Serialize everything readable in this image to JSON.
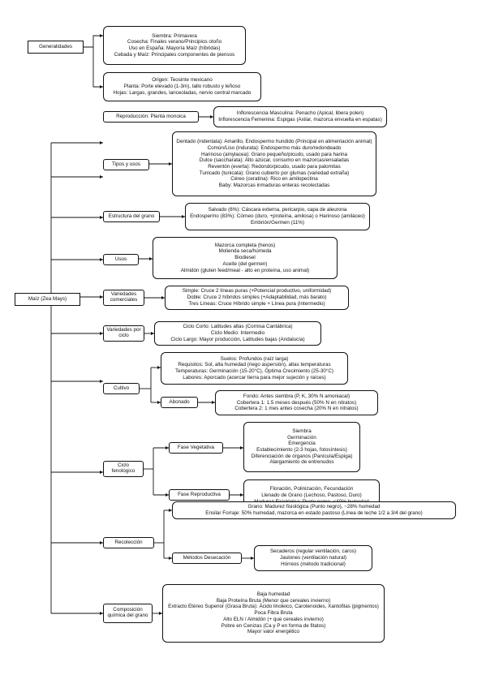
{
  "root": "Maíz (Zea Mays)",
  "generalidades": {
    "label": "Generalidades",
    "info1": [
      "Siembra: Primavera",
      "Cosecha: Finales verano/Principios otoño",
      "Uso en España: Mayoría Maíz (híbridas)",
      "Cebada y Maíz: Principales componentes de piensos"
    ],
    "info2": [
      "Origen: Teosinte mexicano",
      "Planta: Porte elevado (1-3m), tallo robusto y leñoso",
      "Hojas: Largas, grandes, lanceoladas, nervio central marcado"
    ]
  },
  "reproduccion": {
    "label": "Reproducción: Planta monoica",
    "info": [
      "Inflorescencia Masculina: Penacho (Apical, libera polen)",
      "Inflorescencia Femenina: Espigas (Axilar, mazorca envuelta en espatas)"
    ]
  },
  "tipos": {
    "label": "Tipos y usos",
    "info": [
      "Dentado (indentata): Amarillo, Endospermo hundido (Principal en alimentación animal)",
      "Común/Liso (indurata): Endospermo más duro/redondeado",
      "Harinoso (amylacea): Grano pequeño/picudo, usado para harina",
      "Dulce (saccharata): Alto azúcar, consumo en mazorcas/ensaladas",
      "Reventón (everta): Redondo/picudo, usado para palomitas",
      "Tunicado (tunicata): Grano cubierto por glumas (variedad extraña)",
      "Céreo (ceratina): Rico en amilopectina",
      "Baby: Mazorcas inmaduras enteras recolectadas"
    ]
  },
  "estructura": {
    "label": "Estructura del grano",
    "info": [
      "Salvado (6%): Cáscara externa, pericarpio, capa de aleurona",
      "Endospermo (83%): Córneo (duro, +proteína, amilosa) o Harinoso (amiláceo)",
      "Embrión/Germen (11%)"
    ]
  },
  "usos": {
    "label": "Usos",
    "info": [
      "Mazorca completa (henos)",
      "Molienda seca/húmeda",
      "Biodiesel",
      "Aceite (del germen)",
      "Almidón (gluten feed/meal - alto en proteína, uso animal)"
    ]
  },
  "variedades": {
    "label": "Variedades comerciales",
    "info": [
      "Simple: Cruce 2 líneas puras (+Potencial productivo, uniformidad)",
      "Doble: Cruce 2 híbridos simples (+Adaptabilidad, más barato)",
      "Tres Líneas: Cruce Híbrido simple + Línea pura (Intermedio)"
    ]
  },
  "ciclo_var": {
    "label": "Variedades por ciclo",
    "info": [
      "Ciclo Corto: Latitudes altas (Cornisa Cantábrica)",
      "Ciclo Medio: Intermedio",
      "Ciclo Largo: Mayor producción, Latitudes bajas (Andalucía)"
    ]
  },
  "cultivo": {
    "label": "Cultivo",
    "info": [
      "Suelos: Profundos (raíz larga)",
      "Requisitos: Sol, alta humedad (riego aspersión), altas temperaturas",
      "Temperaturas: Germinación (15-20°C), Óptima Crecimiento (25-30°C)",
      "Labores: Aporcado (acercar tierra para mejor sujeción y raíces)"
    ],
    "abonado": {
      "label": "Abonado",
      "info": [
        "Fondo: Antes siembra (P, K, 30% N amoniacal)",
        "Cobertera 1: 1.5 meses después (50% N en nitratos)",
        "Cobertera 2: 1 mes antes cosecha (20% N en nitratos)"
      ]
    }
  },
  "ciclo_fen": {
    "label": "Ciclo fenológico",
    "vegetativa": {
      "label": "Fase Vegetativa",
      "info": [
        "Siembra",
        "Germinación",
        "Emergencia",
        "Establecimiento (2-3 hojas, fotosíntesis)",
        "Diferenciación de órganos (Panícula/Espiga)",
        "Alargamiento de entrenudos"
      ]
    },
    "reproductiva": {
      "label": "Fase Reproductiva",
      "info": [
        "Floración, Polinización, Fecundación",
        "Llenado de Grano (Lechoso, Pastoso, Duro)",
        "Madurez Fisiológica: Punto negro, <40% humedad"
      ]
    }
  },
  "recoleccion": {
    "label": "Recolección",
    "info": [
      "Grano: Madurez fisiológica (Punto negro), ~28% humedad",
      "Ensilar Forraje: 50% humedad, mazorca en estado pastoso (Línea de leche 1/2 a 3/4 del grano)"
    ],
    "desecacion": {
      "label": "Métodos Desecación",
      "info": [
        "Secaderos (regular ventilación, caros)",
        "Jaulones (ventilación natural)",
        "Hórreos (método tradicional)"
      ]
    }
  },
  "composicion": {
    "label": "Composición química del grano",
    "info": [
      "Baja humedad",
      "Baja Proteína Bruta (Menor que cereales invierno)",
      "Extracto Etéreo Superior (Grasa Bruta): Ácido linoleico, Carotenoides, Xantofilas (pigmentos)",
      "Poca Fibra Bruta",
      "Alto ELN / Almidón (+ que cereales invierno)",
      "Pobre en Cenizas (Ca y P en forma de fitatos)",
      "Mayor valor energético"
    ]
  }
}
